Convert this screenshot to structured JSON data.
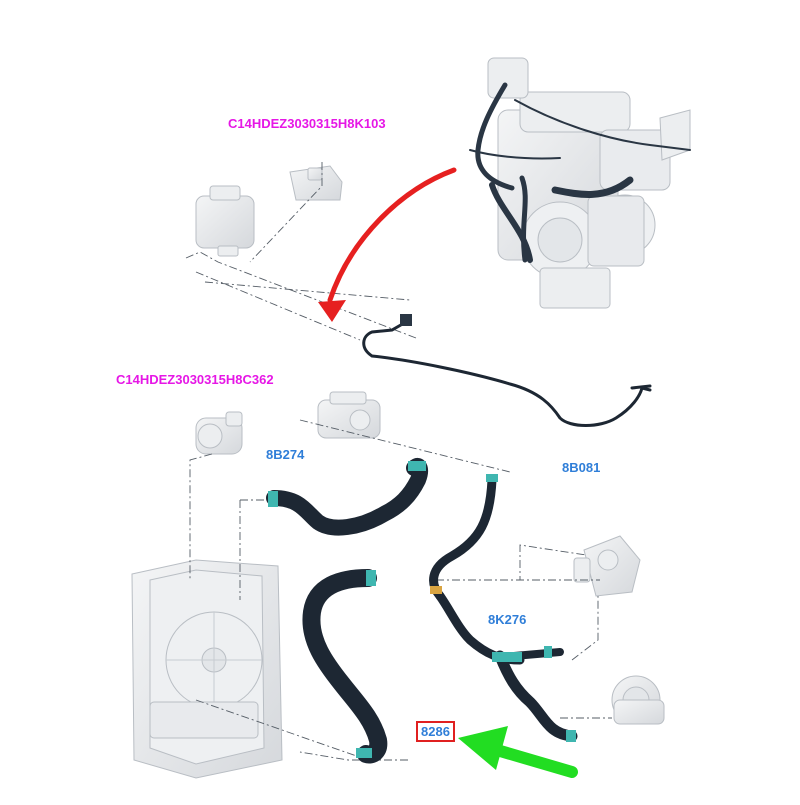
{
  "diagram": {
    "reference_labels": {
      "upper": "C14HDEZ3030315H8K103",
      "lower": "C14HDEZ3030315H8C362"
    },
    "part_labels": {
      "upper_hose": "8B274",
      "breather_pipe": "8B081",
      "bypass_hose": "8K276",
      "lower_hose": "8286"
    },
    "colors": {
      "reference_text": "#e617e6",
      "part_text": "#2f7ed8",
      "highlight_box": "#e02020",
      "pointer_arrow": "#22dd22",
      "view_arrow": "#e62020",
      "hose": "#1d2733",
      "clamp": "#3fb6b0",
      "component_outline": "#b9bec4"
    },
    "icons": [
      "red-curved-arrow",
      "green-pointer-arrow"
    ]
  }
}
